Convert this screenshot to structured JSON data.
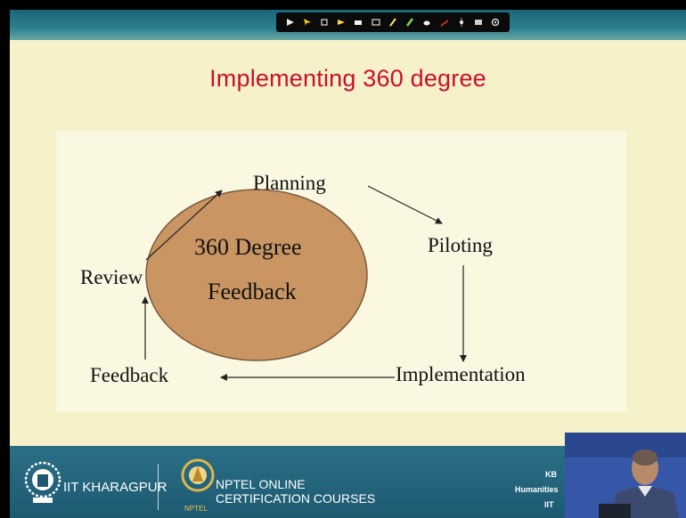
{
  "toolbar": {
    "icons": [
      "arrow-icon",
      "pointer-icon",
      "select-icon",
      "highlight-icon",
      "eraser-icon",
      "text-box-icon",
      "pen-icon",
      "marker-icon",
      "brush-icon",
      "line-icon",
      "laser-icon",
      "screen-icon",
      "settings-icon"
    ]
  },
  "slide": {
    "title": "Implementing 360 degree",
    "title_color": "#c8102e"
  },
  "diagram": {
    "center_line1": "360 Degree",
    "center_line2": "Feedback",
    "center_fill": "#c99563",
    "steps": [
      "Planning",
      "Piloting",
      "Implementation",
      "Feedback",
      "Review"
    ]
  },
  "footer": {
    "left_institute": "IIT KHARAGPUR",
    "nptel_line1": "NPTEL ONLINE",
    "nptel_line2": "CERTIFICATION COURSES",
    "nptel_logo_text": "NPTEL",
    "right_line1": "KB",
    "right_line2": "Humanities",
    "right_line3": "IIT"
  }
}
